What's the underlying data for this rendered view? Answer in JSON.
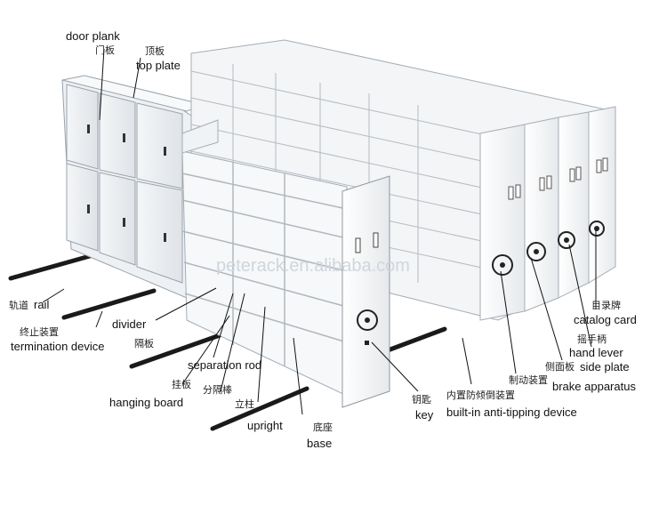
{
  "watermark": "peterack.en.alibaba.com",
  "labels": {
    "door_plank": {
      "en": "door plank",
      "cn": "门板"
    },
    "top_plate": {
      "en": "top plate",
      "cn": "顶板"
    },
    "rail": {
      "en": "rail",
      "cn": "轨道"
    },
    "termination_device": {
      "en": "termination device",
      "cn": "终止装置"
    },
    "divider": {
      "en": "divider",
      "cn": "隔板"
    },
    "separation_rod": {
      "en": "separation rod",
      "cn": "分隔棒"
    },
    "hanging_board": {
      "en": "hanging board",
      "cn": "挂板"
    },
    "upright": {
      "en": "upright",
      "cn": "立柱"
    },
    "base": {
      "en": "base",
      "cn": "底座"
    },
    "key": {
      "en": "key",
      "cn": "钥匙"
    },
    "anti_tipping": {
      "en": "built-in anti-tipping device",
      "cn": "内置防倾倒装置"
    },
    "brake": {
      "en": "brake apparatus",
      "cn": "制动装置"
    },
    "side_plate": {
      "en": "side plate",
      "cn": "侧面板"
    },
    "hand_lever": {
      "en": "hand lever",
      "cn": "摇手柄"
    },
    "catalog_card": {
      "en": "catalog card",
      "cn": "目录牌"
    }
  }
}
